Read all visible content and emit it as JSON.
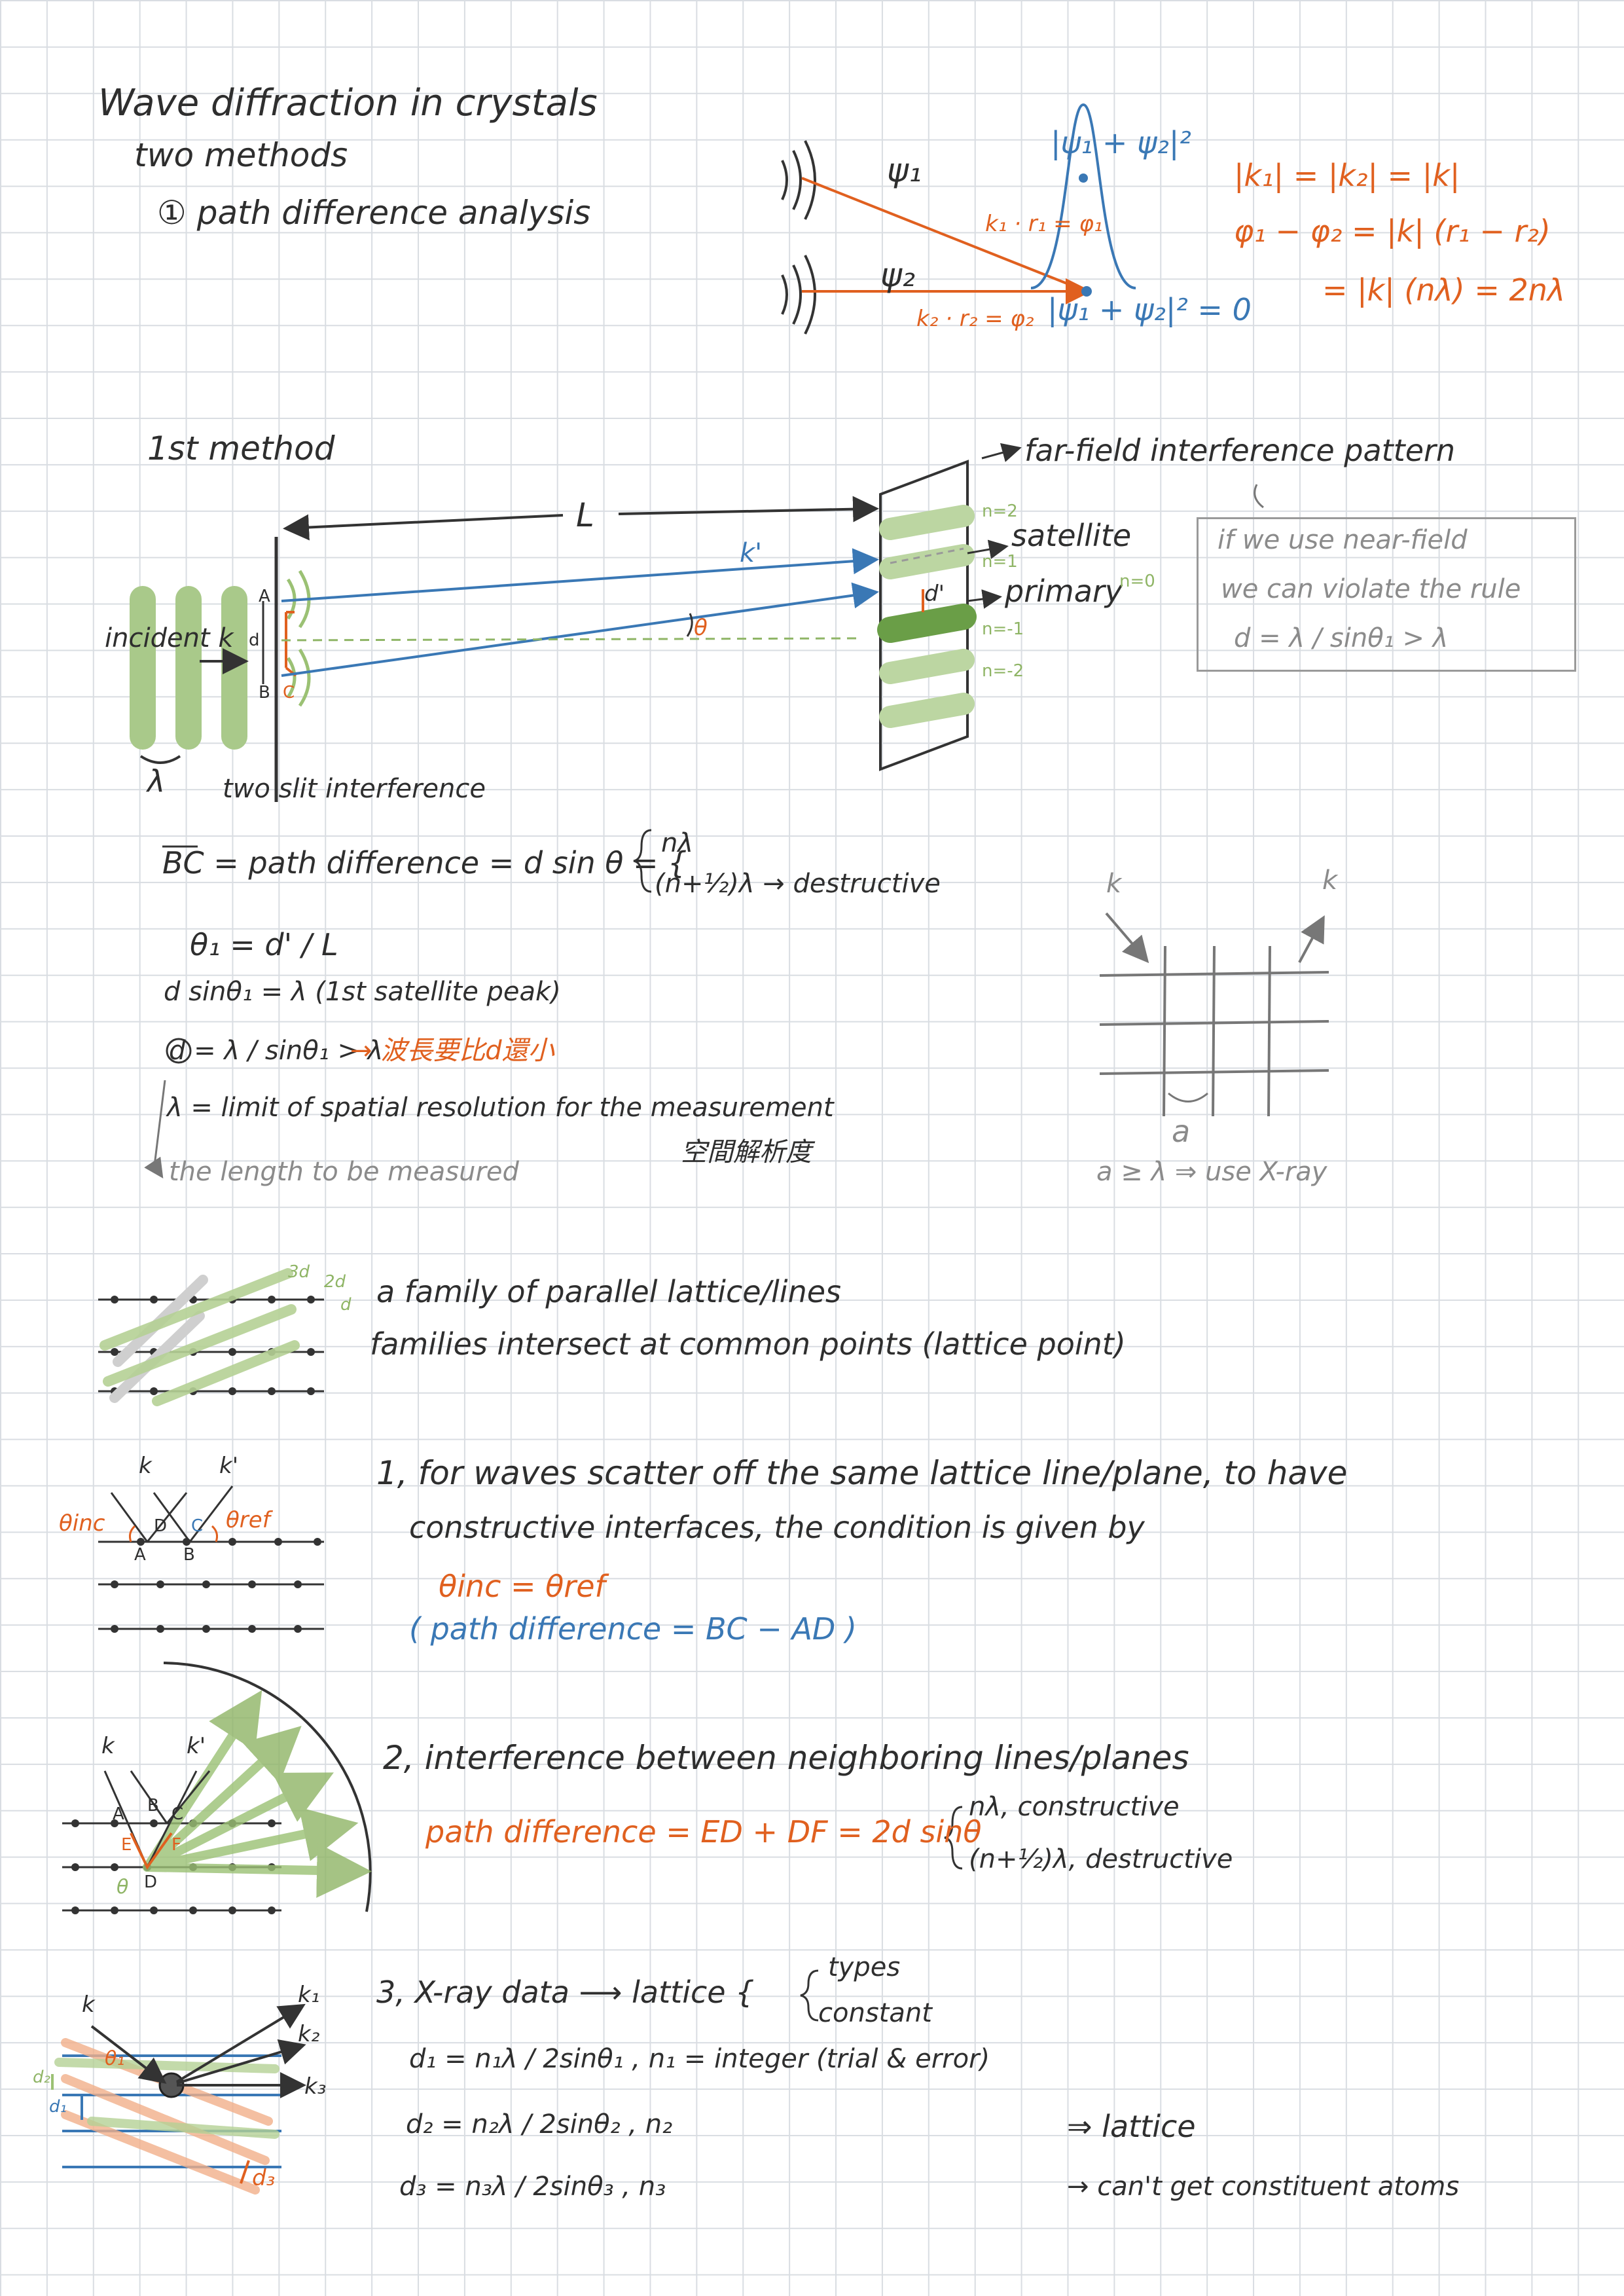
{
  "header": {
    "title": "Wave diffraction in crystals",
    "subtitle": "two methods",
    "method1": "① path difference analysis"
  },
  "top_diagram": {
    "psi1": "ψ₁",
    "psi2": "ψ₂",
    "k1r1": "k₁ · r₁ = φ₁",
    "k2r2": "k₂ · r₂ = φ₂",
    "sum_max": "|ψ₁ + ψ₂|²",
    "sum_zero": "|ψ₁ + ψ₂|² = 0",
    "eq1": "|k₁| = |k₂| = |k|",
    "eq2": "φ₁ − φ₂ = |k| (r₁ − r₂)",
    "eq3": "= |k| (nλ) = 2nλ"
  },
  "first_method": {
    "heading": "1st method",
    "far_field": "far-field interference pattern",
    "L": "L",
    "incident": "incident k",
    "k_prime": "k'",
    "labels": {
      "A": "A",
      "B": "B",
      "C": "C",
      "d": "d",
      "theta": "θ",
      "dprime": "d'"
    },
    "satellite": "satellite",
    "primary": "primary",
    "orders": {
      "n2": "n=2",
      "n1": "n=1",
      "n0": "n=0",
      "nm1": "n=-1",
      "nm2": "n=-2"
    },
    "lambda": "λ",
    "two_slit": "two slit interference",
    "note_line1": "if we use near-field",
    "note_line2": "we can violate the rule",
    "note_line3": "d = λ / sinθ₁ > λ"
  },
  "equations": {
    "bc": "BC = path difference = d sin θ = {",
    "constructive": "nλ",
    "destructive": "(n+½)λ → destructive",
    "theta1": "θ₁ = d' / L",
    "dsin": "d sinθ₁ = λ (1st satellite peak)",
    "d_gt": "d = λ / sinθ₁ > λ",
    "d_gt_cn": "→ 波長要比d還小",
    "limit": "λ = limit of spatial resolution for the measurement",
    "limit_cn": "空間解析度",
    "length": "the length to be measured"
  },
  "grid_diagram": {
    "k_in": "k",
    "k_out": "k",
    "a": "a",
    "xray": "a ≥ λ ⇒ use X-ray"
  },
  "lattice": {
    "lines_labels": [
      "3d",
      "2d",
      "d"
    ],
    "line1": "a family of parallel lattice/lines",
    "line2": "families intersect at common points (lattice point)"
  },
  "point1": {
    "k": "k",
    "kp": "k'",
    "theta_inc": "θinc",
    "theta_ref": "θref",
    "A": "A",
    "B": "B",
    "D": "D",
    "C": "C",
    "line1": "1, for waves scatter off the same lattice line/plane, to have",
    "line2": "constructive interfaces, the condition is given by",
    "cond": "θinc = θref",
    "pathdiff": "( path difference = BC − AD )"
  },
  "point2": {
    "k": "k",
    "kp": "k'",
    "line1": "2, interference between neighboring lines/planes",
    "pd": "path difference = ED + DF = 2d sinθ",
    "c1": "nλ, constructive",
    "c2": "(n+½)λ, destructive",
    "labels": {
      "A": "A",
      "B": "B",
      "C": "C",
      "D": "D",
      "E": "E",
      "F": "F",
      "theta": "θ"
    }
  },
  "point3": {
    "line1": "3, X-ray data ⟶ lattice {",
    "types": "types",
    "constant": "constant",
    "d1": "d₁ = n₁λ / 2sinθ₁ , n₁ = integer (trial & error)",
    "d2": "d₂ = n₂λ / 2sinθ₂ , n₂",
    "d3": "d₃ = n₃λ / 2sinθ₃ , n₃",
    "to_lattice": "⇒ lattice",
    "cant": "→ can't get constituent atoms",
    "k": "k",
    "k1": "k₁",
    "k2": "k₂",
    "k3": "k₃",
    "theta1": "θ₁",
    "dlabels": {
      "d1": "d₁",
      "d2": "d₂",
      "d3": "d₃"
    }
  },
  "colors": {
    "ink": "#2e2e2e",
    "orange": "#e0601f",
    "blue": "#3a78b5",
    "green": "#9bc174",
    "gray": "#8b8b8b",
    "grid": "#d9dde2"
  }
}
